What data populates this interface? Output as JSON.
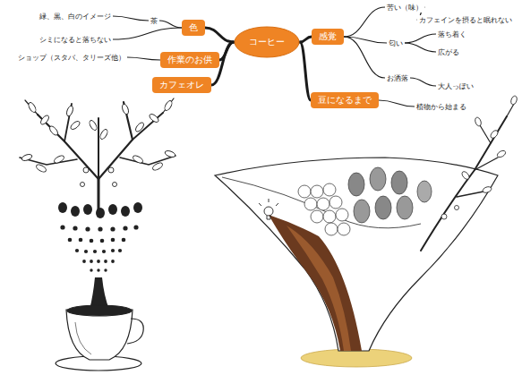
{
  "diagram": {
    "nodes": [
      {
        "text": [
          "コーヒー"
        ]
      },
      {
        "text": [
          "色"
        ]
      },
      {
        "text": [
          "茶"
        ]
      },
      {
        "text": [
          "緑、黒、白のイメージ"
        ]
      },
      {
        "text": [
          "シミになると落ちない"
        ]
      },
      {
        "text": [
          "作業のお供"
        ]
      },
      {
        "text": [
          "ショップ（スタバ、タリーズ他）"
        ]
      },
      {
        "text": [
          "カフェオレ"
        ]
      },
      {
        "text": [
          "感覚"
        ]
      },
      {
        "text": [
          "苦い（味）"
        ]
      },
      {
        "text": [
          "カフェインを摂ると眠れない"
        ]
      },
      {
        "text": [
          "匂い"
        ]
      },
      {
        "text": [
          "落ち着く"
        ]
      },
      {
        "text": [
          "広がる"
        ]
      },
      {
        "text": [
          "お洒落"
        ]
      },
      {
        "text": [
          "大人っぽい"
        ]
      },
      {
        "text": [
          "豆になるまで"
        ]
      },
      {
        "text": [
          "植物から始まる"
        ]
      }
    ],
    "edges": [
      {
        "from": 0,
        "to": 1,
        "arrow": "none"
      },
      {
        "from": 1,
        "to": 2,
        "arrow": "none"
      },
      {
        "from": 2,
        "to": 3,
        "arrow": "none"
      },
      {
        "from": 1,
        "to": 4,
        "arrow": "none"
      },
      {
        "from": 0,
        "to": 5,
        "arrow": "none"
      },
      {
        "from": 5,
        "to": 6,
        "arrow": "none"
      },
      {
        "from": 0,
        "to": 7,
        "arrow": "none"
      },
      {
        "from": 0,
        "to": 8,
        "arrow": "none"
      },
      {
        "from": 8,
        "to": 9,
        "arrow": "none"
      },
      {
        "from": 9,
        "to": 10,
        "arrow": "none"
      },
      {
        "from": 8,
        "to": 11,
        "arrow": "none"
      },
      {
        "from": 11,
        "to": 12,
        "arrow": "none"
      },
      {
        "from": 11,
        "to": 13,
        "arrow": "none"
      },
      {
        "from": 8,
        "to": 14,
        "arrow": "none"
      },
      {
        "from": 14,
        "to": 15,
        "arrow": "none"
      },
      {
        "from": 0,
        "to": 16,
        "arrow": "none"
      },
      {
        "from": 16,
        "to": 17,
        "arrow": "none"
      }
    ]
  }
}
